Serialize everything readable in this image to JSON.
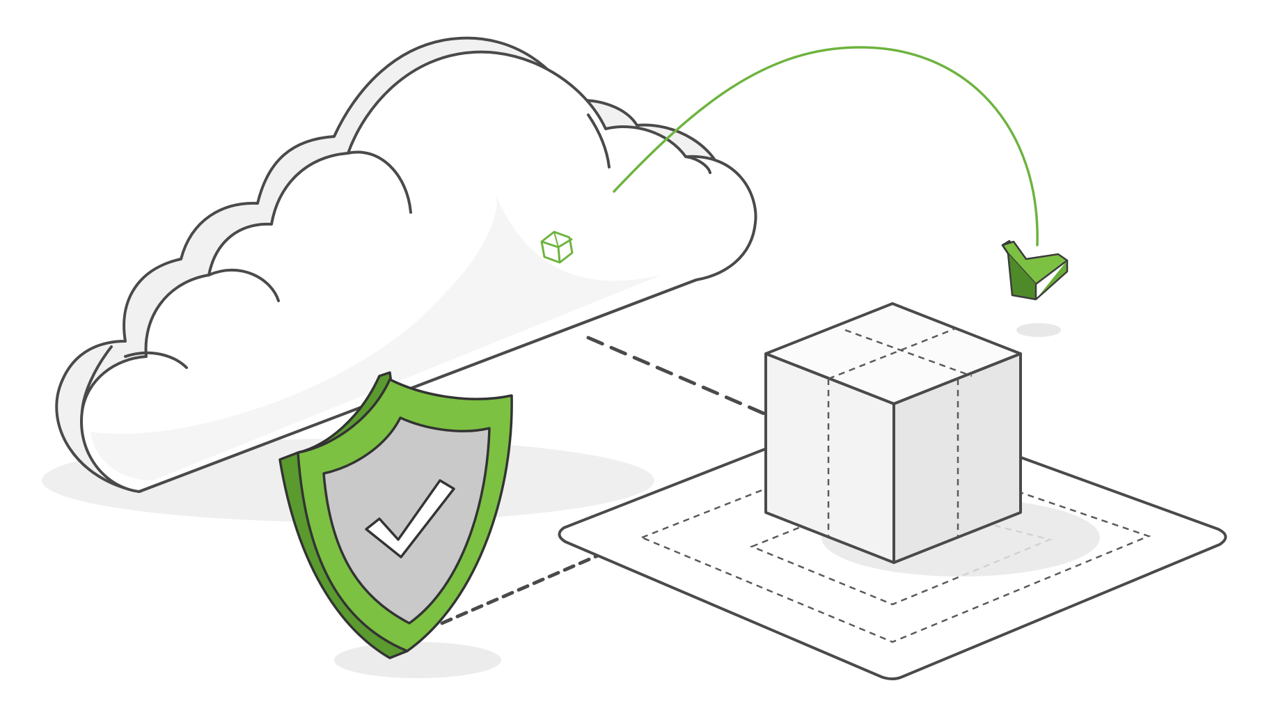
{
  "illustration": {
    "elements": [
      {
        "name": "cloud",
        "icon": "cloud-icon"
      },
      {
        "name": "shield",
        "icon": "shield-check-icon"
      },
      {
        "name": "package",
        "icon": "box-icon"
      },
      {
        "name": "platform",
        "icon": "platform-icon"
      },
      {
        "name": "transfer-arrow",
        "icon": "curved-arrow-icon"
      },
      {
        "name": "cloud-badge",
        "icon": "cube-badge-icon"
      }
    ],
    "connectors": [
      {
        "from": "cloud",
        "to": "package",
        "style": "dashed"
      },
      {
        "from": "shield",
        "to": "platform",
        "style": "dashed"
      },
      {
        "from": "cloud",
        "to": "platform",
        "style": "arrow"
      }
    ]
  },
  "colors": {
    "accent_green": "#7cc142",
    "accent_green_dark": "#5a9a2e",
    "outline": "#4a4a4a",
    "cloud_fill": "#ffffff",
    "cloud_shadow": "#e9e9e9",
    "shield_inner": "#c9c9c9",
    "box_light": "#f6f6f6",
    "box_shade": "#e4e4e4",
    "ground_shadow": "#ececec"
  }
}
